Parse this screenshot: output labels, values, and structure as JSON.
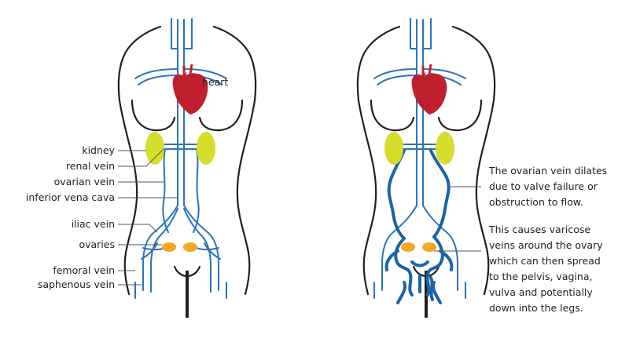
{
  "colors": {
    "outline": "#231f20",
    "vein_normal": "#2a73b8",
    "vein_dilated": "#1b64a8",
    "heart": "#c0202e",
    "kidney": "#d6dd2b",
    "ovary": "#f6a623",
    "text": "#222222"
  },
  "left_figure": {
    "heart_label": "heart",
    "labels": [
      "kidney",
      "renal vein",
      "ovarian vein",
      "inferior vena cava",
      "iliac vein",
      "ovaries",
      "femoral vein",
      "saphenous vein"
    ]
  },
  "right_figure": {
    "note1": [
      "The ovarian vein dilates",
      "due to valve failure or",
      "obstruction to flow."
    ],
    "note2": [
      "This causes varicose",
      "veins around the ovary",
      "which can then spread",
      "to the pelvis, vagina,",
      "vulva and potentially",
      "down into the legs."
    ]
  }
}
